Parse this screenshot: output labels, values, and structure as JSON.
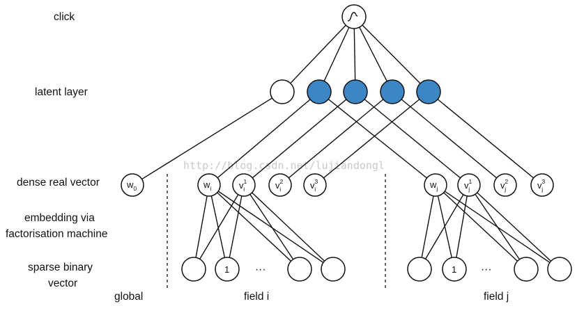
{
  "row_labels": {
    "click": "click",
    "latent_layer": "latent layer",
    "dense_real_vector": "dense real vector",
    "embedding_line1": "embedding via",
    "embedding_line2": "factorisation machine",
    "sparse_line1": "sparse binary",
    "sparse_line2": "vector"
  },
  "field_labels": {
    "global": "global",
    "field_i": "field i",
    "field_j": "field j"
  },
  "node_symbols": {
    "w0": {
      "base": "w",
      "sub": "0",
      "sup": ""
    },
    "wi": {
      "base": "w",
      "sub": "i",
      "sup": ""
    },
    "vi1": {
      "base": "v",
      "sub": "i",
      "sup": "1"
    },
    "vi2": {
      "base": "v",
      "sub": "i",
      "sup": "2"
    },
    "vi3": {
      "base": "v",
      "sub": "i",
      "sup": "3"
    },
    "wj": {
      "base": "w",
      "sub": "j",
      "sup": ""
    },
    "vj1": {
      "base": "v",
      "sub": "j",
      "sup": "1"
    },
    "vj2": {
      "base": "v",
      "sub": "j",
      "sup": "2"
    },
    "vj3": {
      "base": "v",
      "sub": "j",
      "sup": "3"
    }
  },
  "sparse_nodes": {
    "one_label": "1",
    "ellipsis": "···"
  },
  "watermark": "http://blog.csdn.net/lujiandongl",
  "colors": {
    "latent_fill": "#3d86c6",
    "stroke": "#111111",
    "background": "#ffffff"
  },
  "icons": {
    "output_node": "sigmoid-icon"
  }
}
